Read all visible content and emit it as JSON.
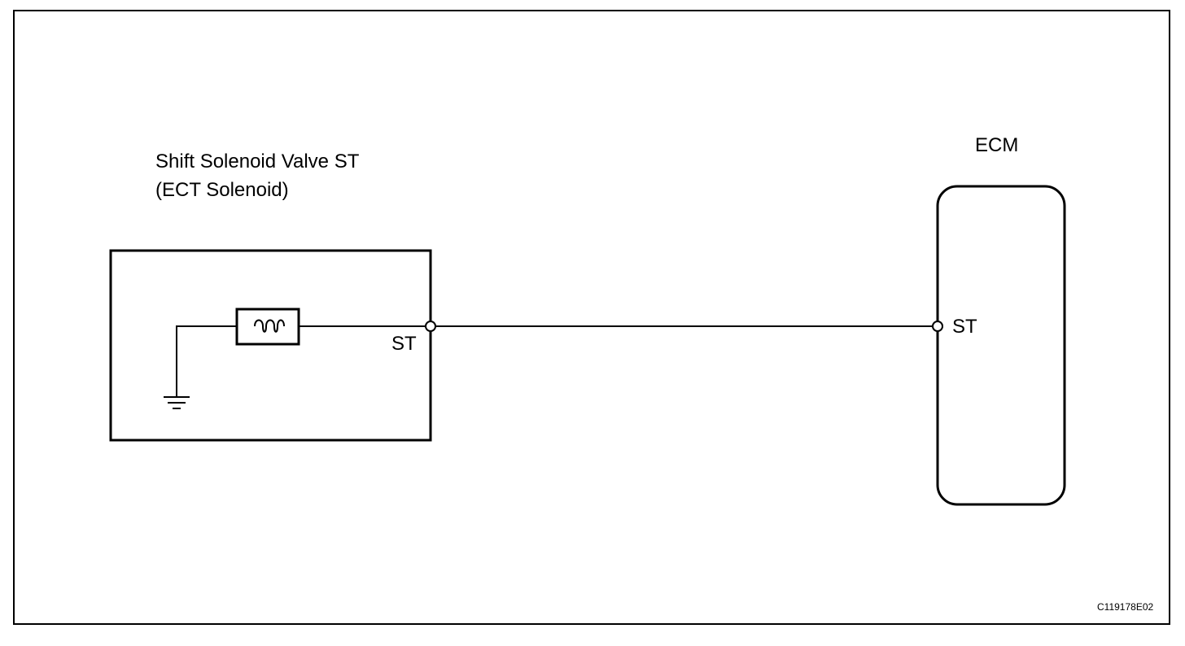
{
  "colors": {
    "ink": "#000000",
    "background": "#ffffff",
    "terminal_fill": "#ffffff"
  },
  "components": {
    "solenoid": {
      "name_line1": "Shift Solenoid Valve ST",
      "name_line2": "(ECT Solenoid)",
      "terminal_label": "ST",
      "coil_icon": "solenoid-coil-icon",
      "ground_icon": "ground-icon"
    },
    "ecm": {
      "name": "ECM",
      "terminal_label": "ST"
    }
  },
  "figure_code": "C119178E02"
}
